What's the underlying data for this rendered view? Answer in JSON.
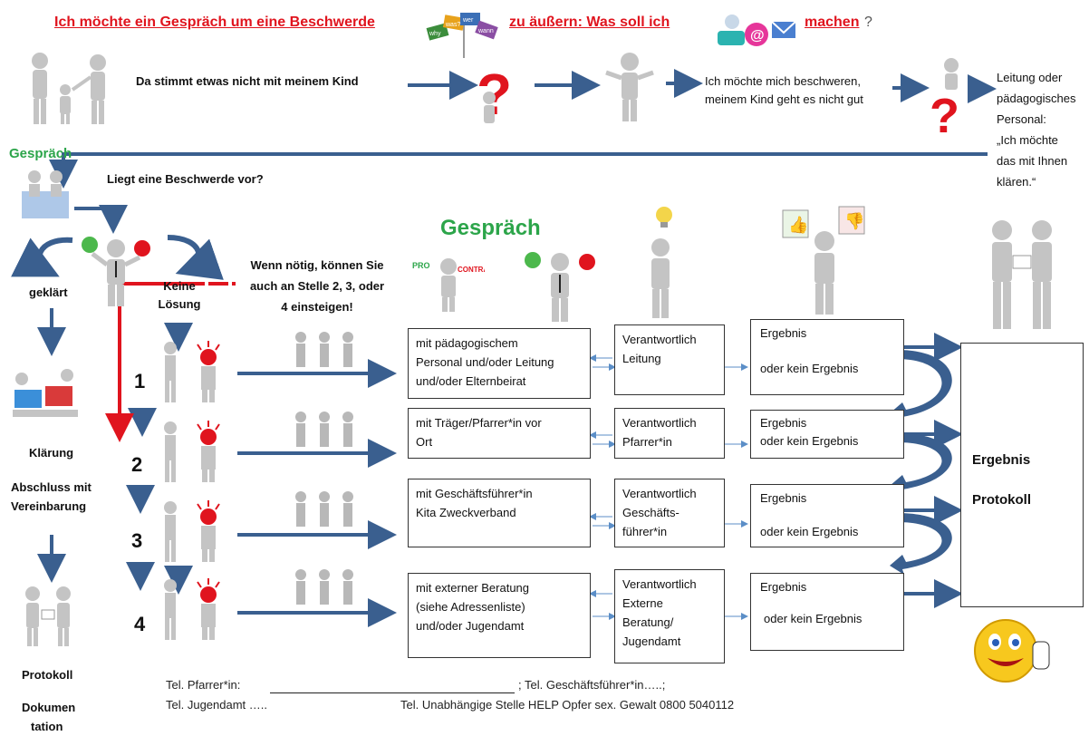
{
  "title": {
    "part1": "Ich möchte ein Gespräch um eine Beschwerde",
    "part2": "zu äußern: Was soll ich",
    "part3": "machen",
    "qmark": "?"
  },
  "top_row": {
    "problem": "Da stimmt etwas nicht mit meinem Kind",
    "complaint_line1": "Ich möchte mich beschweren,",
    "complaint_line2": "meinem Kind geht es nicht gut",
    "contact": [
      "Leitung oder",
      "pädagogisches",
      "Personal:",
      "„Ich möchte",
      "das mit Ihnen",
      "klären.“"
    ],
    "signs": [
      "why",
      "was?",
      "wer",
      "wann"
    ]
  },
  "gespraech_label": "Gespräch",
  "question": "Liegt eine Beschwerde vor?",
  "left": {
    "resolved": "geklärt",
    "clarification": "Klärung",
    "conclusion1": "Abschluss mit",
    "conclusion2": "Vereinbarung",
    "protocol": "Protokoll",
    "documentation1": "Dokumen",
    "documentation2": "tation"
  },
  "no_solution": [
    "Keine",
    "Lösung"
  ],
  "hint": [
    "Wenn nötig, können Sie",
    "auch an Stelle 2, 3, oder",
    "4 einsteigen!"
  ],
  "gespraech_heading": "Gespräch",
  "pro_label": "PRO",
  "contra_label": "CONTRA",
  "steps": [
    {
      "number": "1",
      "partner": [
        "mit pädagogischem",
        "Personal und/oder Leitung",
        "und/oder Elternbeirat"
      ],
      "responsible": [
        "Verantwortlich",
        "Leitung"
      ],
      "result": "Ergebnis",
      "no_result": "oder kein Ergebnis"
    },
    {
      "number": "2",
      "partner": [
        "mit Träger/Pfarrer*in vor",
        "Ort"
      ],
      "responsible": [
        "Verantwortlich",
        "Pfarrer*in"
      ],
      "result": "Ergebnis",
      "no_result": "oder kein Ergebnis"
    },
    {
      "number": "3",
      "partner": [
        "mit Geschäftsführer*in",
        "Kita Zweckverband"
      ],
      "responsible": [
        "Verantwortlich",
        "Geschäfts-",
        "führer*in"
      ],
      "result": "Ergebnis",
      "no_result": "oder kein Ergebnis"
    },
    {
      "number": "4",
      "partner": [
        "mit externer Beratung",
        "(siehe Adressenliste)",
        "und/oder Jugendamt"
      ],
      "responsible": [
        "Verantwortlich",
        "Externe",
        "Beratung/",
        "Jugendamt"
      ],
      "result": "Ergebnis",
      "no_result": "oder kein Ergebnis"
    }
  ],
  "final_box": {
    "line1": "Ergebnis",
    "line2": "Protokoll"
  },
  "footer": {
    "line1a": "Tel. Pfarrer*in:",
    "line1b": "; Tel. Geschäftsführer*in…..;",
    "line2a": "Tel.  Jugendamt …..",
    "line2b": "Tel. Unabhängige Stelle HELP Opfer sex. Gewalt 0800 5040112"
  },
  "colors": {
    "arrow": "#3a5f8f",
    "red": "#e0141e",
    "green": "#2ca54a",
    "figure": "#b8b8b8"
  }
}
